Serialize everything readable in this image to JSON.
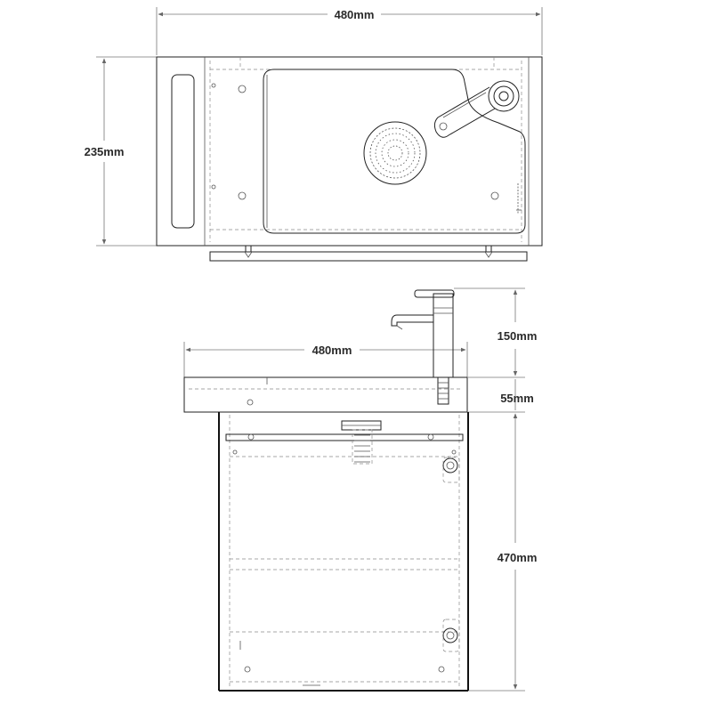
{
  "top_view": {
    "width_label": "480mm",
    "depth_label": "235mm"
  },
  "front_view": {
    "width_label": "480mm",
    "tap_height_label": "150mm",
    "basin_height_label": "55mm",
    "cabinet_height_label": "470mm"
  },
  "colors": {
    "line": "#222222",
    "dimension": "#777777",
    "hidden": "#8a8a8a"
  }
}
